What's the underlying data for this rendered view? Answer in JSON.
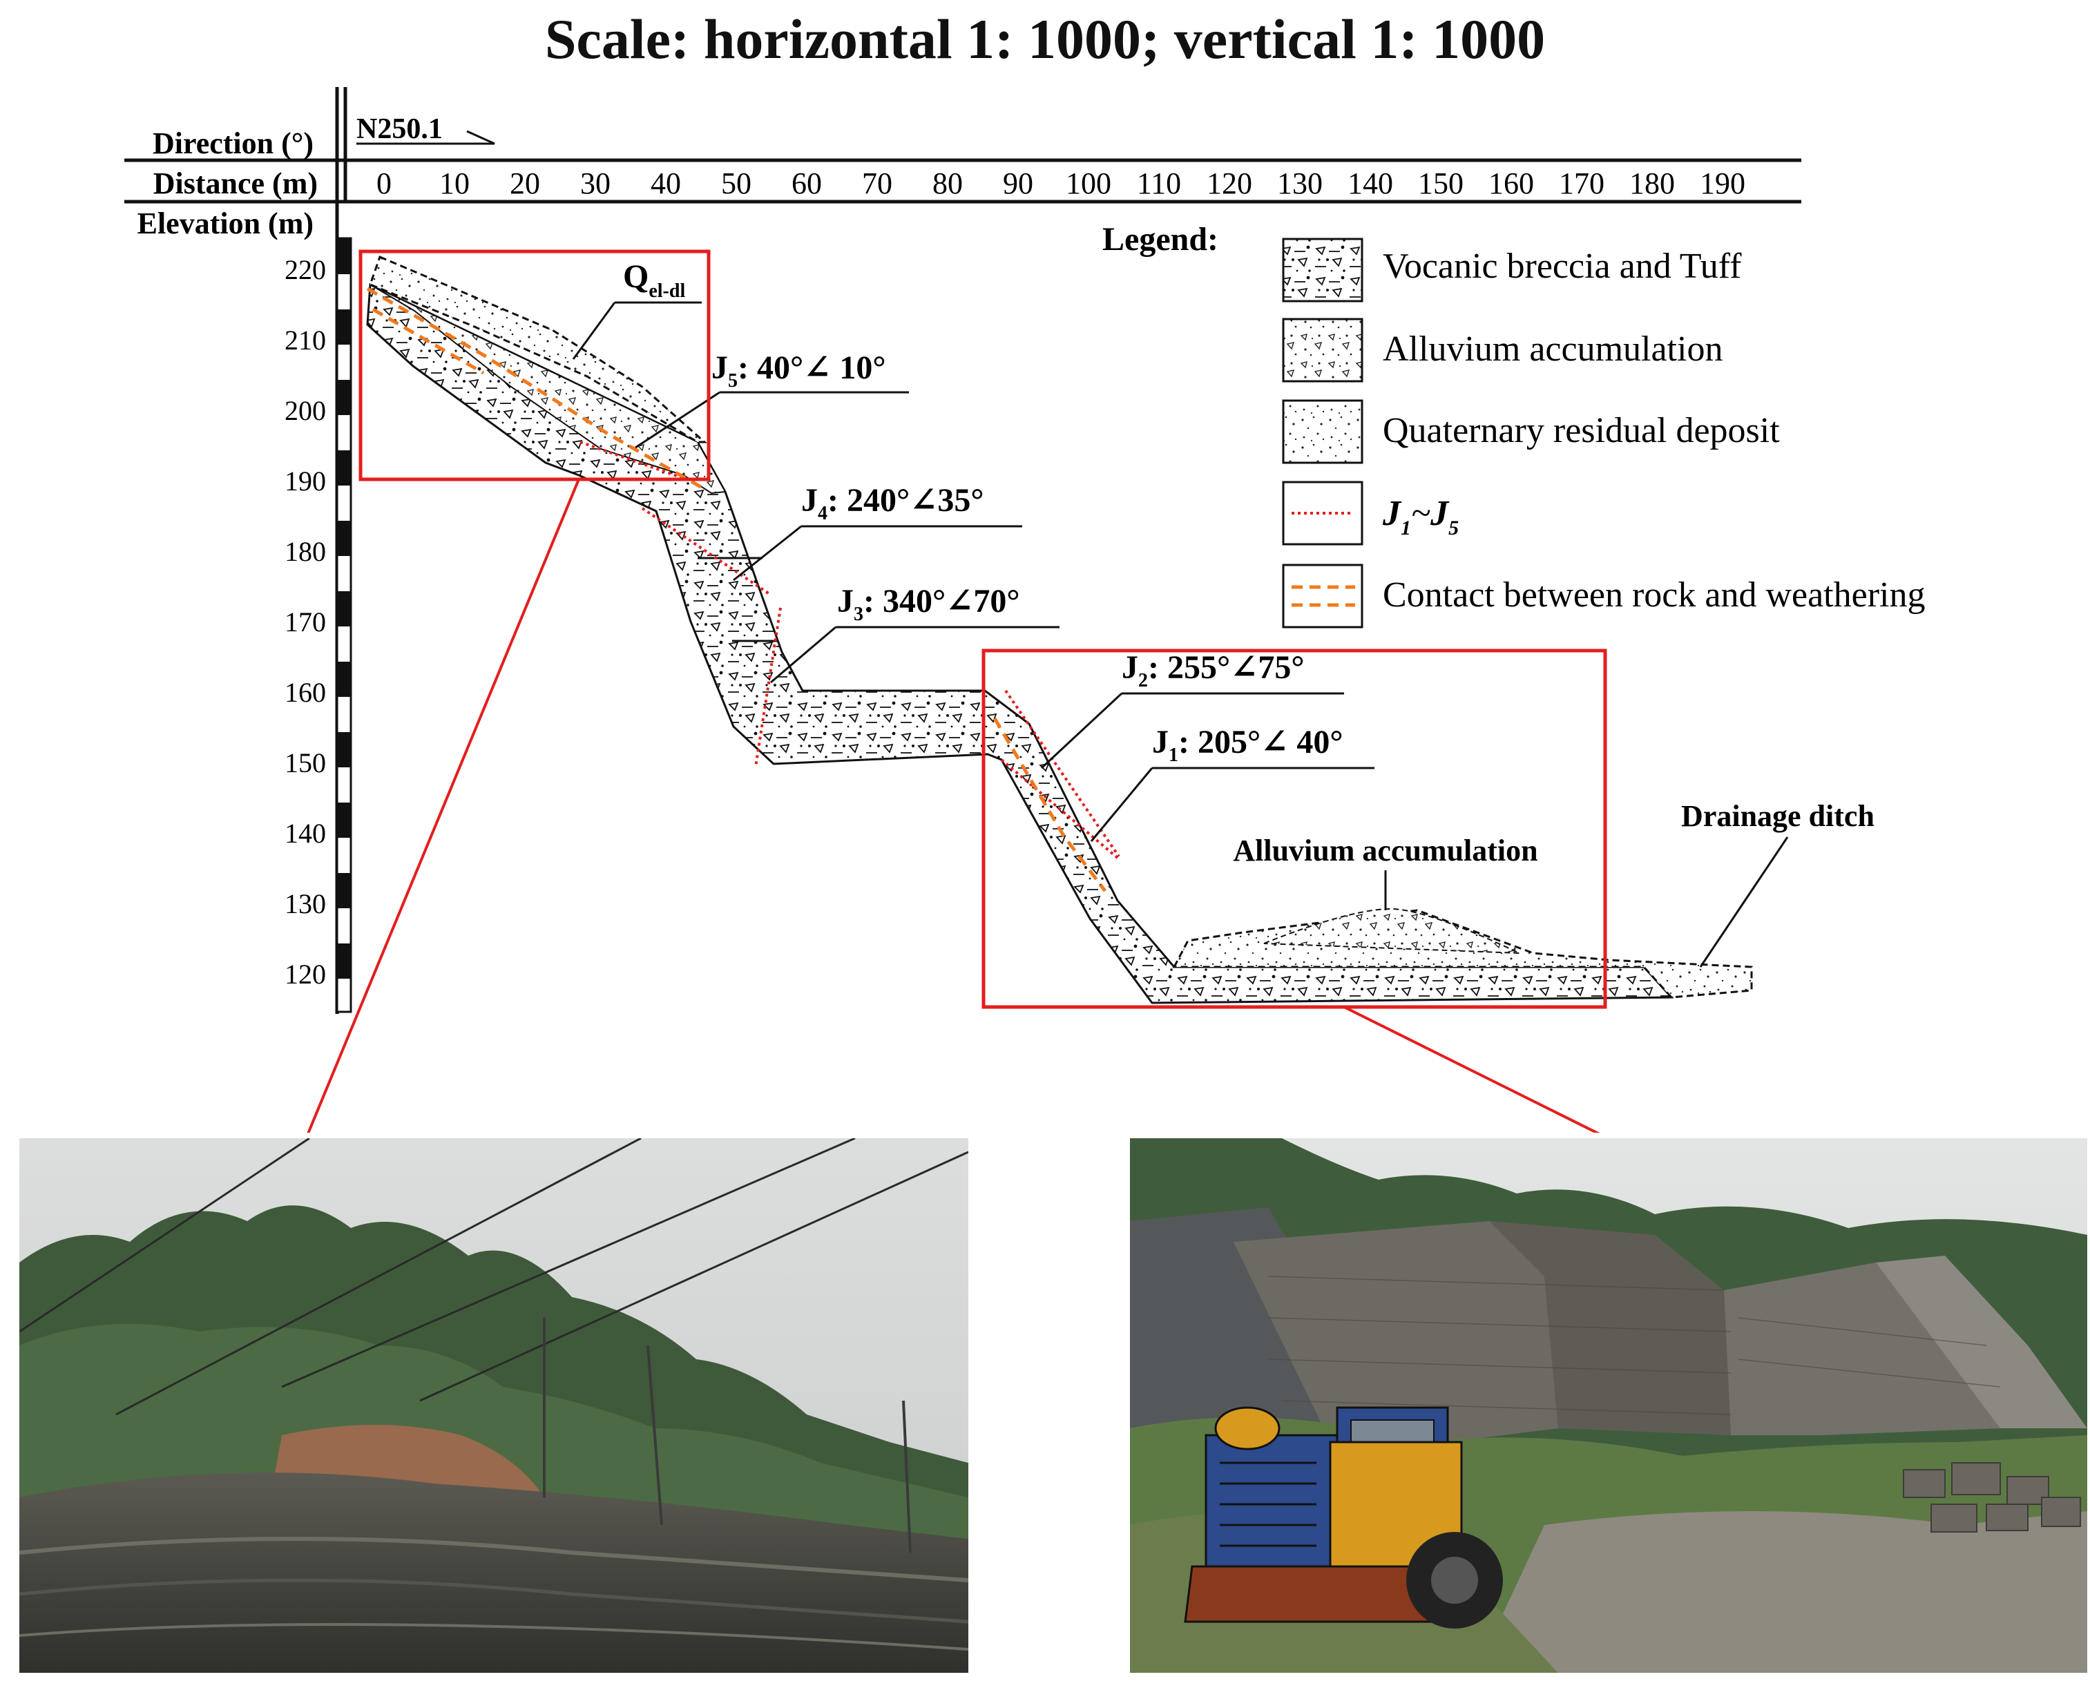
{
  "title": "Scale: horizontal 1: 1000; vertical 1: 1000",
  "header": {
    "direction_label": "Direction (°)",
    "direction_value": "N250.1",
    "distance_label": "Distance (m)",
    "elevation_label": "Elevation (m)",
    "distance_ticks": [
      "0",
      "10",
      "20",
      "30",
      "40",
      "50",
      "60",
      "70",
      "80",
      "90",
      "100",
      "110",
      "120",
      "130",
      "140",
      "150",
      "160",
      "170",
      "180",
      "190"
    ],
    "elevation_ticks": [
      "220",
      "210",
      "200",
      "190",
      "180",
      "170",
      "160",
      "150",
      "140",
      "130",
      "120"
    ]
  },
  "annotations": {
    "qel_main": "Q",
    "qel_sub": "el-dl",
    "j5": {
      "main": "J",
      "sub": "5",
      "text": ": 40°∠ 10°"
    },
    "j4": {
      "main": "J",
      "sub": "4",
      "text": ": 240°∠35°"
    },
    "j3": {
      "main": "J",
      "sub": "3",
      "text": ": 340°∠70°"
    },
    "j2": {
      "main": "J",
      "sub": "2",
      "text": ": 255°∠75°"
    },
    "j1": {
      "main": "J",
      "sub": "1",
      "text": ": 205°∠ 40°"
    },
    "alluvium_label": "Alluvium accumulation",
    "drainage_label": "Drainage ditch"
  },
  "legend": {
    "title": "Legend:",
    "items": [
      {
        "label": "Vocanic breccia and Tuff"
      },
      {
        "label": "Alluvium accumulation"
      },
      {
        "label": "Quaternary residual deposit"
      },
      {
        "label_main1": "J",
        "label_sub1": "1",
        "label_sep": "~",
        "label_main2": "J",
        "label_sub2": "5"
      },
      {
        "label": "Contact between rock and weathering"
      }
    ]
  },
  "colors": {
    "highlight_box": "#e41e1e",
    "joint_line": "#e41e1e",
    "contact_line": "#f07a1e"
  }
}
